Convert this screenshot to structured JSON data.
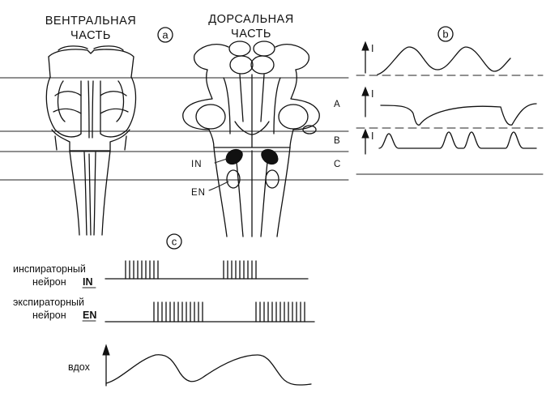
{
  "labels": {
    "ventral_line1": "ВЕНТРАЛЬНАЯ",
    "ventral_line2": "ЧАСТЬ",
    "dorsal_line1": "ДОРСАЛЬНАЯ",
    "dorsal_line2": "ЧАСТЬ",
    "panel_a": "a",
    "panel_b": "b",
    "panel_c": "c",
    "level_a": "A",
    "level_b": "B",
    "level_c": "C",
    "in_marker": "IN",
    "en_marker": "EN",
    "current_symbol": "I",
    "insp_line1": "инспираторный",
    "insp_line2": "нейрон",
    "insp_tag": "IN",
    "exp_line1": "экспираторный",
    "exp_line2": "нейрон",
    "exp_tag": "EN",
    "inhale": "вдох"
  },
  "trace_b_levels": [
    "A",
    "B",
    "C"
  ],
  "spike_counts": {
    "inspiratory_bursts": [
      9,
      9
    ],
    "expiratory_bursts": [
      13,
      13
    ]
  }
}
